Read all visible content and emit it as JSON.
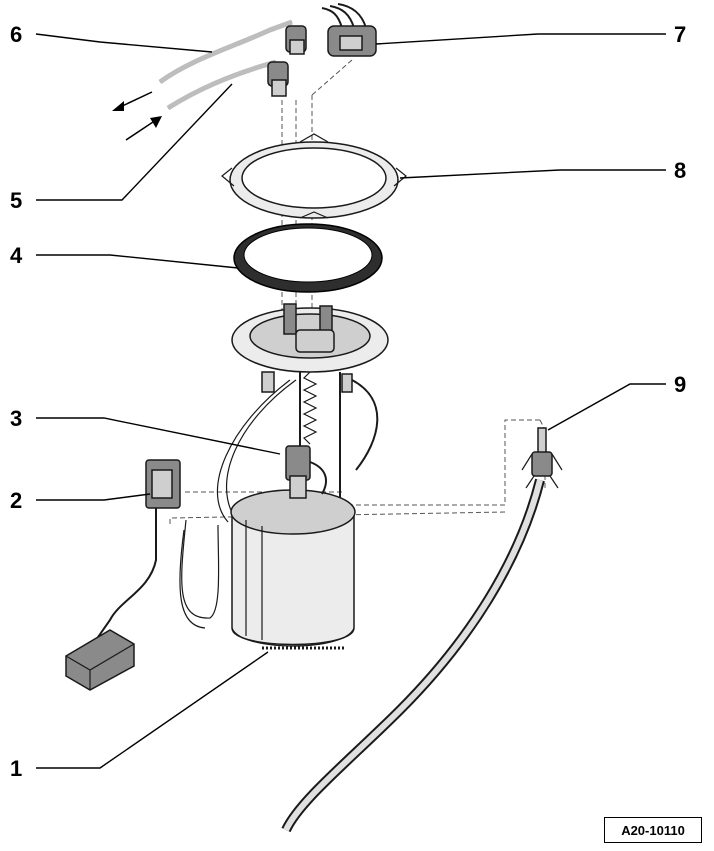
{
  "figure_reference": "A20-10110",
  "callouts": [
    {
      "number": "1"
    },
    {
      "number": "2"
    },
    {
      "number": "3"
    },
    {
      "number": "4"
    },
    {
      "number": "5"
    },
    {
      "number": "6"
    },
    {
      "number": "7"
    },
    {
      "number": "8"
    },
    {
      "number": "9"
    }
  ]
}
